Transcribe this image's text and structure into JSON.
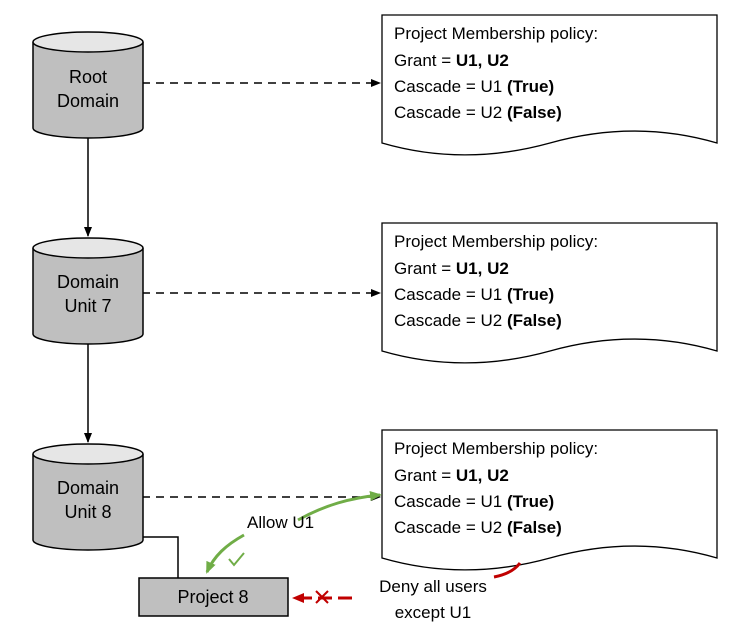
{
  "colors": {
    "node_fill": "#bfbfbf",
    "node_top": "#e6e6e6",
    "stroke": "#000000",
    "allow": "#70ad47",
    "deny": "#c00000"
  },
  "domains": [
    {
      "line1": "Root",
      "line2": "Domain"
    },
    {
      "line1": "Domain",
      "line2": "Unit 7"
    },
    {
      "line1": "Domain",
      "line2": "Unit 8"
    }
  ],
  "policies": [
    {
      "title": "Project Membership policy:",
      "grant_prefix": "Grant = ",
      "grant_value": "U1, U2",
      "cascade1_prefix": "Cascade = U1 ",
      "cascade1_value": "(True)",
      "cascade2_prefix": "Cascade = U2 ",
      "cascade2_value": "(False)"
    },
    {
      "title": "Project Membership policy:",
      "grant_prefix": "Grant = ",
      "grant_value": "U1, U2",
      "cascade1_prefix": "Cascade = U1 ",
      "cascade1_value": "(True)",
      "cascade2_prefix": "Cascade = U2 ",
      "cascade2_value": "(False)"
    },
    {
      "title": "Project Membership policy:",
      "grant_prefix": "Grant = ",
      "grant_value": "U1, U2",
      "cascade1_prefix": "Cascade = U1 ",
      "cascade1_value": "(True)",
      "cascade2_prefix": "Cascade = U2 ",
      "cascade2_value": "(False)"
    }
  ],
  "project": {
    "label": "Project 8"
  },
  "annotations": {
    "allow": "Allow U1",
    "deny_line1": "Deny all users",
    "deny_line2": "except U1"
  }
}
